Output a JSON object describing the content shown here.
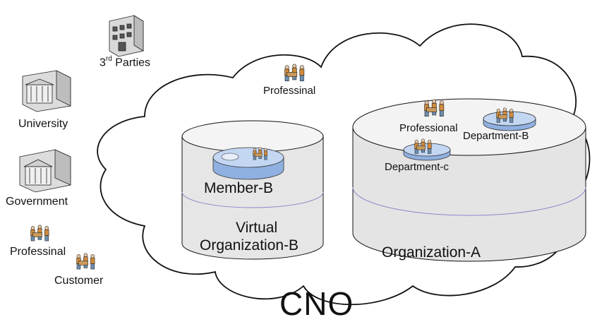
{
  "diagram": {
    "title": "CNO",
    "third_parties": {
      "ordinal": "3",
      "sup": "rd",
      "rest": " Parties"
    },
    "university": "University",
    "government": "Government",
    "professional_left": "Professinal",
    "customer": "Customer",
    "professional_cloud": "Professinal",
    "member_b": "Member-B",
    "virtual_org_line1": "Virtual",
    "virtual_org_line2": "Organization-B",
    "org_a": "Organization-A",
    "professional_org_a": "Professional",
    "department_b": "Department-B",
    "department_c": "Department-c"
  },
  "colors": {
    "outline": "#111111",
    "cylinder_fill": "#e6e6e6",
    "cylinder_top": "#f4f4f4",
    "disk_blue": "#9db9e4",
    "disk_blue_top": "#c3d6f2",
    "people_jacket": "#d08a3c",
    "people_pants": "#6d8fb0",
    "building": "#d9d9d9"
  }
}
